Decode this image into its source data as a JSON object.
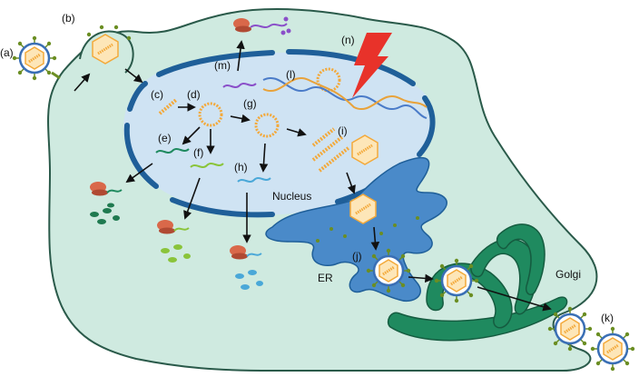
{
  "labels": {
    "a": "(a)",
    "b": "(b)",
    "c": "(c)",
    "d": "(d)",
    "e": "(e)",
    "f": "(f)",
    "g": "(g)",
    "h": "(h)",
    "i": "(i)",
    "j": "(j)",
    "k": "(k)",
    "l": "(l)",
    "m": "(m)",
    "n": "(n)"
  },
  "organelles": {
    "nucleus": "Nucleus",
    "er": "ER",
    "golgi": "Golgi"
  },
  "colors": {
    "cell_fill": "#cfeae0",
    "cell_stroke": "#2a5a4a",
    "nucleus_fill": "#cfe3f3",
    "nuclear_envelope": "#1f5f99",
    "er": "#4a8ac9",
    "golgi": "#1f8a5f",
    "capsid": "#f3a93a",
    "capsid_fill": "#fde6b8",
    "envelope_ring": "#3a6fb5",
    "spike": "#6b8e23",
    "dna_blue": "#4a7bc8",
    "dna_orange": "#e8a23a",
    "ribosome": "#d9684a",
    "lightning": "#e8322a"
  },
  "icons": [
    "virion-icon",
    "capsid-icon",
    "dna-helix-icon",
    "rna-strand-icon",
    "ribosome-icon",
    "lightning-icon",
    "arrow-icon"
  ]
}
